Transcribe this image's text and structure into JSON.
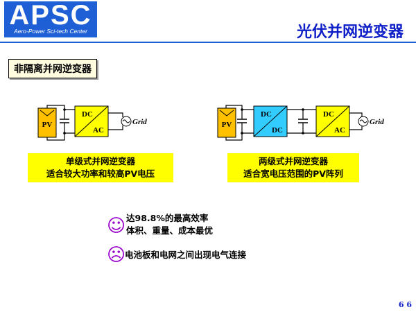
{
  "logo": {
    "main": "APSC",
    "sub": "Aero-Power Sci-tech Center"
  },
  "title": "光伏并网逆变器",
  "section_label": "非隔离并网逆变器",
  "diagrams": {
    "single": {
      "pv": "PV",
      "conv1_top": "DC",
      "conv1_bottom": "AC",
      "grid": "Grid"
    },
    "two": {
      "pv": "PV",
      "conv1_top": "DC",
      "conv1_bottom": "DC",
      "conv2_top": "DC",
      "conv2_bottom": "AC",
      "grid": "Grid"
    }
  },
  "captions": {
    "single": {
      "line1": "单级式并网逆变器",
      "line2": "适合较大功率和较高PV电压"
    },
    "two": {
      "line1": "两级式并网逆变器",
      "line2": "适合宽电压范围的PV阵列"
    }
  },
  "pros": {
    "icon": "smiley-icon",
    "line1": "达98.8%的最高效率",
    "line2": "体积、重量、成本最优"
  },
  "cons": {
    "icon": "frown-icon",
    "line1": "电池板和电网之间出现电气连接"
  },
  "page_number": "6 6",
  "colors": {
    "logo_bg": "#1f5fd6",
    "title": "#1020c8",
    "pv": "#ffc000",
    "dc_ac": "#ffff00",
    "dc_dc": "#33ccff",
    "caption_bg": "#ffff00",
    "face": "#9900cc"
  }
}
